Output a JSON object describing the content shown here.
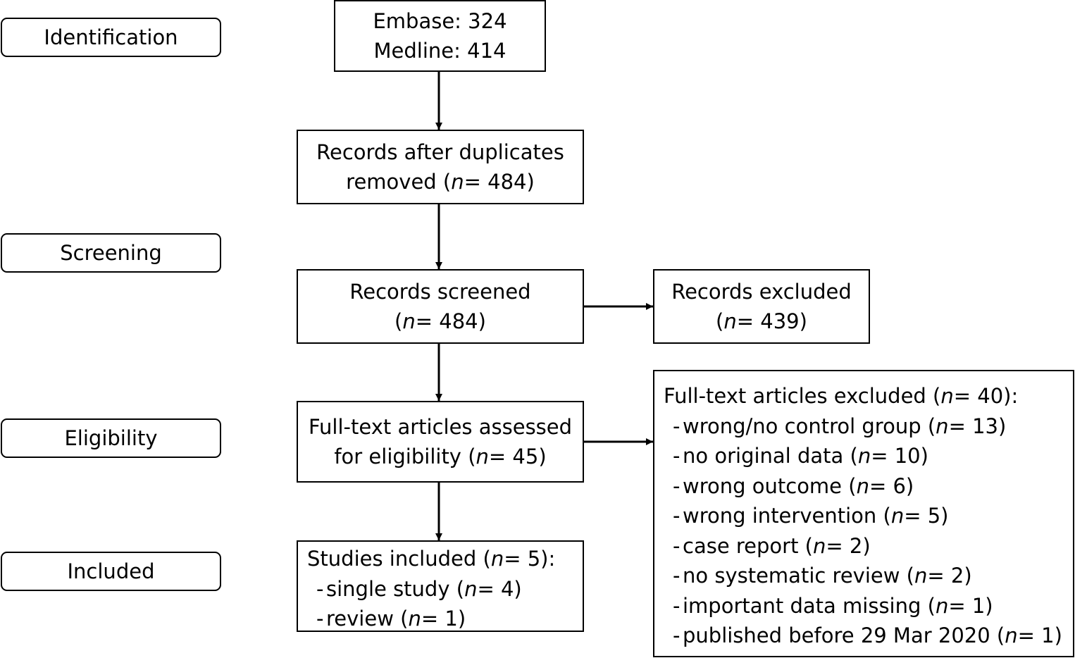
{
  "stages": {
    "identification": "Identification",
    "screening": "Screening",
    "eligibility": "Eligibility",
    "included": "Included"
  },
  "databases": {
    "embase_label": "Embase:",
    "embase_count": "324",
    "medline_label": "Medline:",
    "medline_count": "414"
  },
  "n_symbol": "n",
  "dedup": {
    "line1": "Records after duplicates",
    "line2_pre": "removed (",
    "value": "= 484)"
  },
  "screened": {
    "line1": "Records screened",
    "value": "= 484)"
  },
  "excluded": {
    "line1": "Records excluded",
    "value": "= 439)"
  },
  "fulltext": {
    "line1": "Full-text articles assessed",
    "line2_pre": "for eligibility (",
    "value": "= 45)"
  },
  "fulltext_excluded": {
    "title_pre": "Full-text articles excluded (",
    "title_value": "= 40):",
    "reasons": [
      {
        "label": "wrong/no control group",
        "value": "= 13)"
      },
      {
        "label": "no original data",
        "value": "= 10)"
      },
      {
        "label": "wrong outcome",
        "value": "= 6)"
      },
      {
        "label": "wrong intervention",
        "value": "= 5)"
      },
      {
        "label": "case report",
        "value": "= 2)"
      },
      {
        "label": "no systematic review",
        "value": "= 2)"
      },
      {
        "label": "important data missing",
        "value": "= 1)"
      },
      {
        "label": "published before 29 Mar 2020",
        "value": "= 1)"
      }
    ]
  },
  "included_studies": {
    "title_pre": "Studies included (",
    "title_value": "= 5):",
    "items": [
      {
        "label": "single study",
        "value": "= 4)"
      },
      {
        "label": "review",
        "value": "= 1)"
      }
    ]
  },
  "dash": "-"
}
